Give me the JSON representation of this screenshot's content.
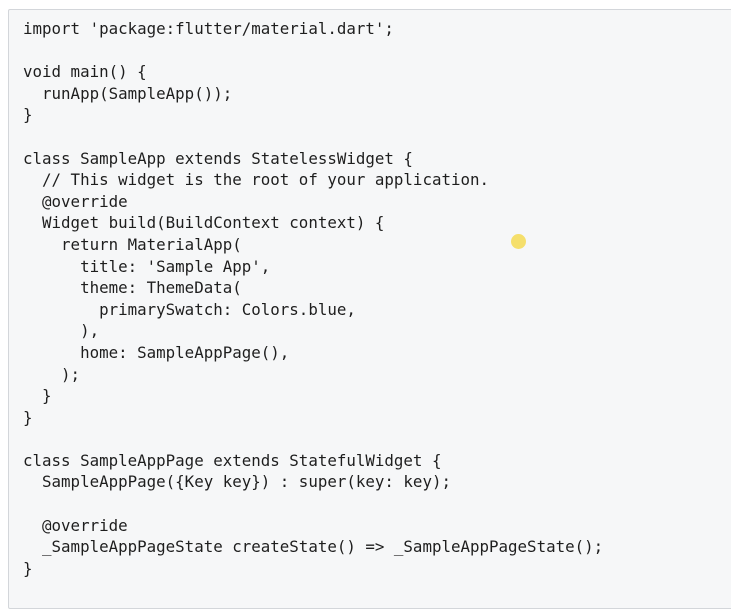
{
  "code": {
    "lines": [
      "import 'package:flutter/material.dart';",
      "",
      "void main() {",
      "  runApp(SampleApp());",
      "}",
      "",
      "class SampleApp extends StatelessWidget {",
      "  // This widget is the root of your application.",
      "  @override",
      "  Widget build(BuildContext context) {",
      "    return MaterialApp(",
      "      title: 'Sample App',",
      "      theme: ThemeData(",
      "        primarySwatch: Colors.blue,",
      "      ),",
      "      home: SampleAppPage(),",
      "    );",
      "  }",
      "}",
      "",
      "class SampleAppPage extends StatefulWidget {",
      "  SampleAppPage({Key key}) : super(key: key);",
      "",
      "  @override",
      "  _SampleAppPageState createState() => _SampleAppPageState();",
      "}"
    ]
  },
  "colors": {
    "panel_background": "#f6f7f8",
    "panel_border": "#d3d6da",
    "text": "#1e1e1e",
    "cursor_highlight": "#f5dc5c"
  }
}
